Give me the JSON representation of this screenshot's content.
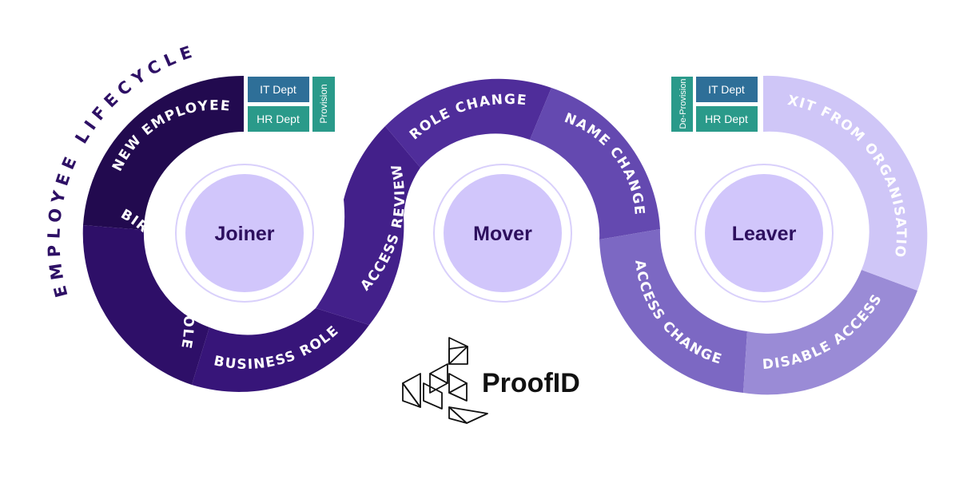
{
  "title": "EMPLOYEE LIFECYCLE",
  "phases": {
    "joiner": "Joiner",
    "mover": "Mover",
    "leaver": "Leaver"
  },
  "segments": {
    "new_employee": "NEW EMPLOYEE",
    "birthright_role": "BIRTHRIGHT ROLE",
    "business_role": "BUSINESS ROLE",
    "access_review": "ACCESS REVIEW",
    "role_change": "ROLE CHANGE",
    "name_change": "NAME CHANGE",
    "access_change": "ACCESS CHANGE",
    "disable_access": "DISABLE ACCESS",
    "exit_from_organisation": "EXIT FROM ORGANISATION"
  },
  "provision_tags": {
    "it_dept": "IT Dept",
    "hr_dept": "HR Dept",
    "provision": "Provision"
  },
  "deprovision_tags": {
    "deprovision": "De-Provision",
    "it_dept": "IT Dept",
    "hr_dept": "HR Dept"
  },
  "brand": {
    "name": "ProofID"
  },
  "colors": {
    "seg_new_employee": "#220a4f",
    "seg_birthright": "#2e0f68",
    "seg_business": "#371579",
    "seg_access_review": "#43208a",
    "seg_role_change": "#4f2d9a",
    "seg_name_change": "#6449b0",
    "seg_access_change": "#7c68c3",
    "seg_disable": "#9a8bd6",
    "seg_exit": "#cfc6f7",
    "circle_fill": "#d1c6fb",
    "tag_blue": "#2e6f98",
    "tag_teal": "#2a9a8a"
  }
}
